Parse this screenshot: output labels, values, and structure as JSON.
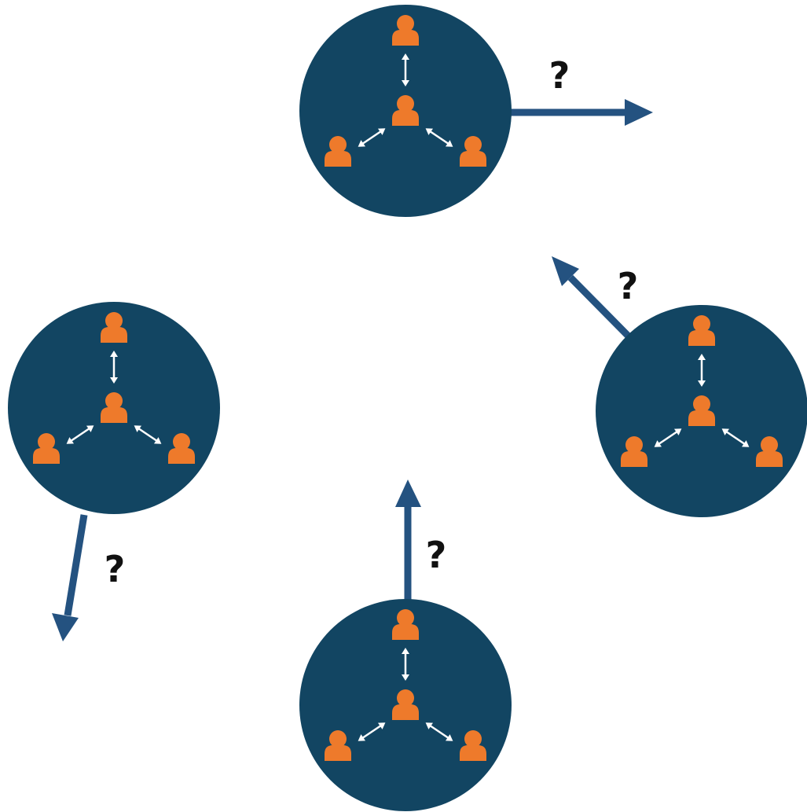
{
  "colors": {
    "background": "#ffffff",
    "circle": "#124562",
    "person": "#ee7a2b",
    "link_arrow": "#ffffff",
    "outgoing_arrow": "#245280",
    "question_mark": "#111111"
  },
  "icons": {
    "person": "person-icon",
    "link": "double-arrow-icon",
    "outgoing": "arrow-icon"
  },
  "groups": [
    {
      "name": "top",
      "people": 4,
      "question": "?"
    },
    {
      "name": "right",
      "people": 4,
      "question": "?"
    },
    {
      "name": "bottom",
      "people": 4,
      "question": "?"
    },
    {
      "name": "left",
      "people": 4,
      "question": "?"
    }
  ]
}
